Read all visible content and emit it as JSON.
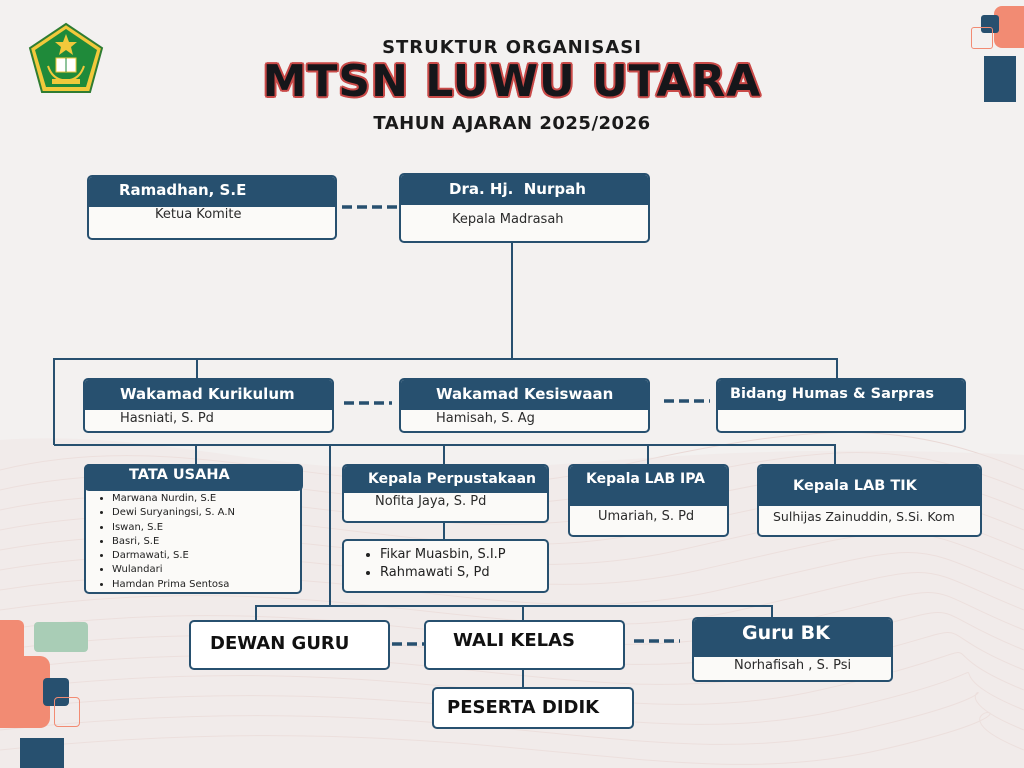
{
  "title": {
    "line1": "STRUKTUR ORGANISASI",
    "line2": "MTSN LUWU UTARA",
    "line3": "TAHUN AJARAN 2025/2026"
  },
  "colors": {
    "navy": "#27506f",
    "coral": "#f28b73",
    "mint": "#a9cdb6",
    "title_outline": "#c94a48"
  },
  "logo": {
    "icon": "kemenag-emblem-icon"
  },
  "nodes": {
    "ketua_komite": {
      "name": "Ramadhan, S.E",
      "role": "Ketua Komite"
    },
    "kepala_madrasah": {
      "name": "Dra. Hj.  Nurpah",
      "role": "Kepala Madrasah"
    },
    "wakamad_kurikulum": {
      "title": "Wakamad Kurikulum",
      "name": "Hasniati, S. Pd"
    },
    "wakamad_kesiswaan": {
      "title": "Wakamad Kesiswaan",
      "name": "Hamisah, S. Ag"
    },
    "bidang_humas": {
      "title": "Bidang Humas & Sarpras",
      "name": ""
    },
    "tata_usaha": {
      "title": "TATA USAHA",
      "members": [
        "Marwana Nurdin, S.E",
        "Dewi Suryaningsi, S. A.N",
        "Iswan, S.E",
        "Basri, S.E",
        "Darmawati, S.E",
        "Wulandari",
        "Hamdan Prima Sentosa"
      ]
    },
    "kepala_perpustakaan": {
      "title": "Kepala Perpustakaan",
      "name": "Nofita Jaya, S. Pd",
      "staff": [
        "Fikar Muasbin, S.I.P",
        "Rahmawati S, Pd"
      ]
    },
    "kepala_lab_ipa": {
      "title": "Kepala LAB IPA",
      "name": "Umariah, S. Pd"
    },
    "kepala_lab_tik": {
      "title": "Kepala LAB TIK",
      "name": "Sulhijas Zainuddin, S.Si. Kom"
    },
    "dewan_guru": {
      "title": "DEWAN GURU"
    },
    "wali_kelas": {
      "title": "WALI KELAS"
    },
    "guru_bk": {
      "title": "Guru BK",
      "name": "Norhafisah , S. Psi"
    },
    "peserta_didik": {
      "title": "PESERTA DIDIK"
    }
  }
}
